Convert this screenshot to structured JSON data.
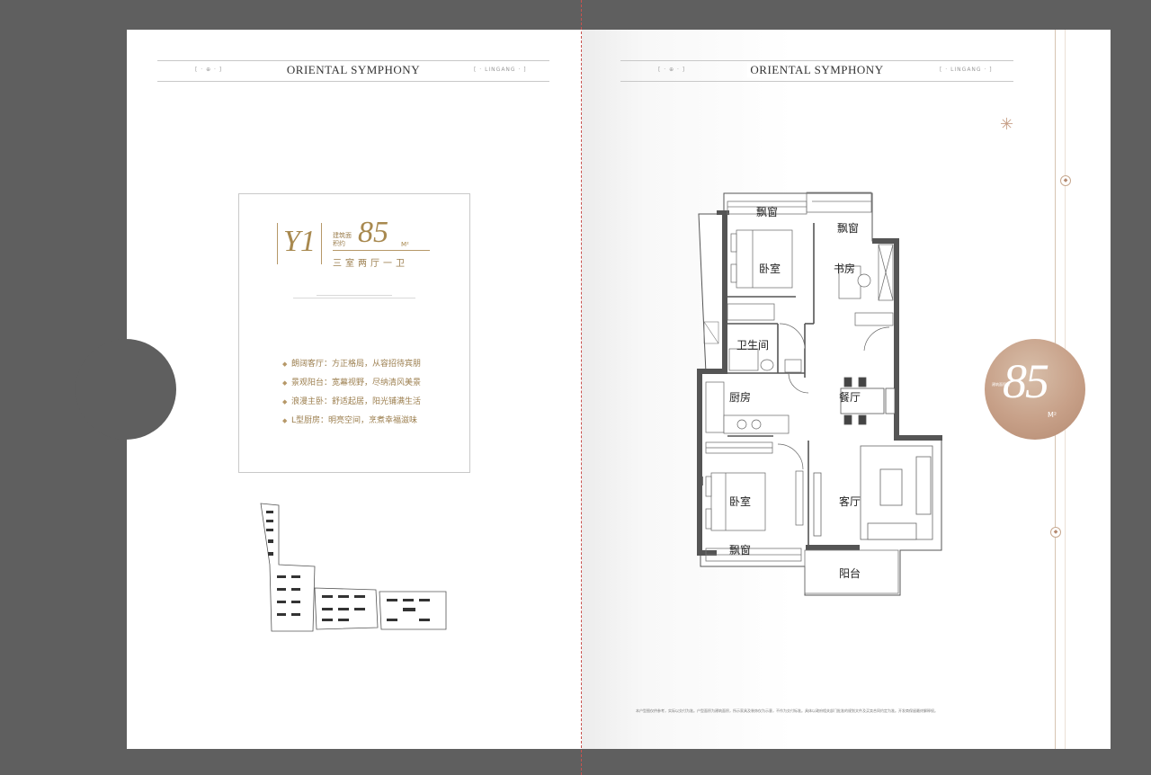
{
  "header": {
    "brand": "ORIENTAL SYMPHONY",
    "left_mark": "[ · ⊕ · ]",
    "right_mark": "[ · LINGANG · ]"
  },
  "unit": {
    "code": "Y1",
    "area_label": "建筑面积约",
    "area_value": "85",
    "area_unit": "M²",
    "layout": "三室两厅一卫"
  },
  "features": [
    "朗阔客厅：方正格局，从容招待宾朋",
    "景观阳台：宽幕视野，尽纳清风美景",
    "浪漫主卧：舒适起居，阳光铺满生活",
    "L型厨房：明亮空间，烹煮幸福滋味"
  ],
  "rooms": {
    "bay_window_1": "飘窗",
    "bay_window_2": "飘窗",
    "bay_window_3": "飘窗",
    "bedroom_1": "卧室",
    "bedroom_2": "卧室",
    "study": "书房",
    "bathroom": "卫生间",
    "kitchen": "厨房",
    "dining": "餐厅",
    "living": "客厅",
    "balcony": "阳台"
  },
  "badge": {
    "value": "85",
    "unit": "M²",
    "small_label": "建筑面积约"
  },
  "footnote": "本户型图仅供参考，实际以交付为准。户型面积为建筑面积，所示家具及装饰仅为示意，不作为交付标准。具体以政府相关部门批准的规划文件及买卖合同约定为准。开发商保留最终解释权。",
  "colors": {
    "gold": "#a8894f",
    "badge": "#c7a088",
    "background": "#5f5f5f"
  }
}
